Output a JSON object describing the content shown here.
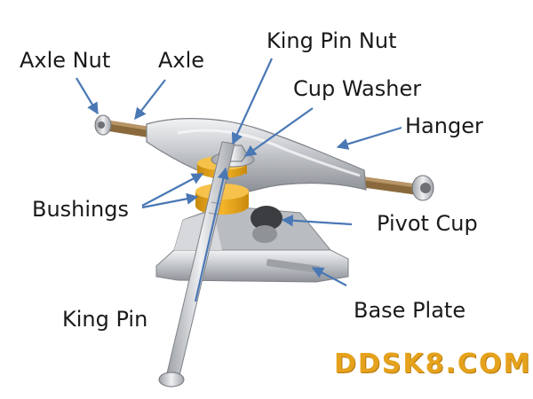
{
  "labels": {
    "axle_nut": "Axle Nut",
    "axle": "Axle",
    "king_pin_nut": "King Pin Nut",
    "cup_washer": "Cup Washer",
    "hanger": "Hanger",
    "bushings": "Bushings",
    "pivot_cup": "Pivot Cup",
    "base_plate": "Base Plate",
    "king_pin": "King Pin"
  },
  "watermark": "DDSK8.COM",
  "colors": {
    "arrow": "#4a78b5",
    "bushing": "#e8a417",
    "metal": "#c9cbcf",
    "watermark": "#e5a21c"
  }
}
